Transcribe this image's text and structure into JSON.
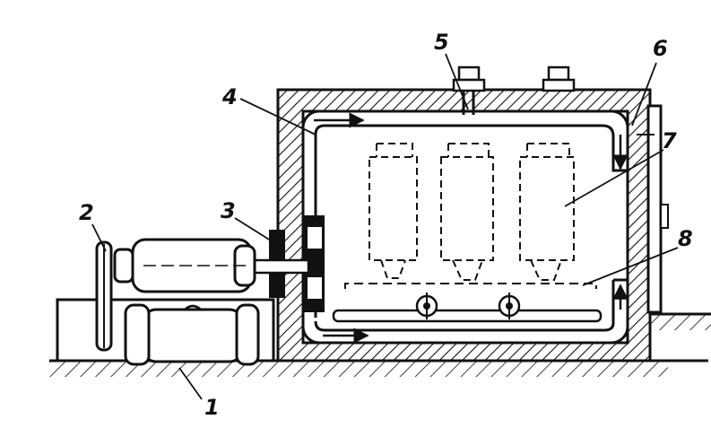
{
  "callouts": [
    {
      "id": "1",
      "text": "1"
    },
    {
      "id": "2",
      "text": "2"
    },
    {
      "id": "3",
      "text": "3"
    },
    {
      "id": "4",
      "text": "4"
    },
    {
      "id": "5",
      "text": "5"
    },
    {
      "id": "6",
      "text": "6"
    },
    {
      "id": "7",
      "text": "7"
    },
    {
      "id": "8",
      "text": "8"
    }
  ],
  "colors": {
    "ink": "#111111",
    "hatch": "#1a1a1a",
    "background": "#ffffff"
  }
}
